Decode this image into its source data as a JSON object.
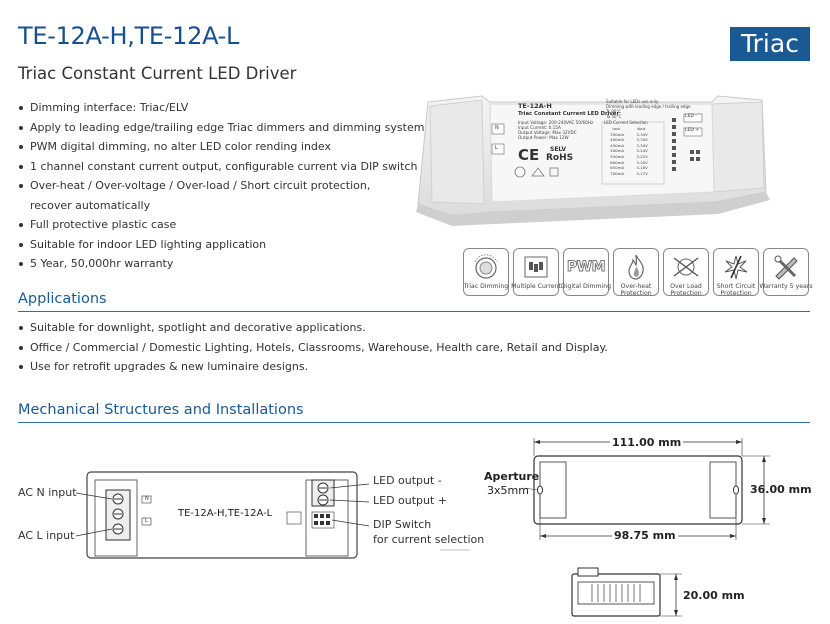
{
  "header": {
    "title": "TE-12A-H,TE-12A-L",
    "badge": "Triac",
    "subtitle": "Triac Constant Current LED Driver"
  },
  "features": [
    "Dimming interface: Triac/ELV",
    "Apply to leading edge/trailing edge Triac dimmers and dimming system",
    "PWM digital dimming, no alter LED color rending index",
    "1 channel constant current output, configurable current via DIP switch",
    "Over-heat / Over-voltage / Over-load / Short circuit protection,",
    "Full protective plastic case",
    "Suitable for indoor LED lighting application",
    "5 Year, 50,000hr warranty"
  ],
  "features_continuation": "recover automatically",
  "applications": {
    "heading": "Applications",
    "items": [
      "Suitable for downlight, spotlight and decorative applications.",
      "Office / Commercial / Domestic Lighting, Hotels, Classrooms, Warehouse, Health care, Retail and Display.",
      "Use for retrofit upgrades & new luminaire designs."
    ]
  },
  "mechanical": {
    "heading": "Mechanical Structures and Installations",
    "model_label": "TE-12A-H,TE-12A-L",
    "terminal_n": "N",
    "terminal_l": "L",
    "ac_n_input": "AC N input",
    "ac_l_input": "AC L input",
    "led_out_minus": "LED output -",
    "led_out_plus": "LED output +",
    "dip_switch_line1": "DIP Switch",
    "dip_switch_line2": "for current selection",
    "aperture_line1": "Aperture",
    "aperture_line2": "3x5mm",
    "dim_length": "111.00 mm",
    "dim_width": "36.00 mm",
    "dim_hole_span": "98.75 mm",
    "dim_height": "20.00 mm"
  },
  "product_label": {
    "model": "TE-12A-H",
    "name": "Triac Constant Current LED Driver",
    "input_voltage": "Input Voltage: 200-240VAC  50/60Hz",
    "input_current": "Input Current: 0.15A",
    "output_voltage": "Output Voltage: Max 32VDC",
    "output_power": "Output Power: Max 12W",
    "suitable": "Suitable for LEDs use only",
    "dimming": "Dimming with leading edge / trailing edge",
    "tc": "Tc 90°C",
    "ta": "Ta 50°C",
    "table_title": "LED Current Selection",
    "table_head": [
      "Iout",
      "Vout"
    ],
    "table_rows": [
      [
        "350mA",
        "3-34V"
      ],
      [
        "400mA",
        "3-34V"
      ],
      [
        "450mA",
        "3-34V"
      ],
      [
        "500mA",
        "3-24V"
      ],
      [
        "550mA",
        "3-22V"
      ],
      [
        "600mA",
        "3-20V"
      ],
      [
        "650mA",
        "3-18V"
      ],
      [
        "700mA",
        "3-17V"
      ]
    ],
    "ce": "CE",
    "selv": "SELV",
    "rohs": "RoHS",
    "led_minus": "LED -",
    "led_plus": "LED +",
    "term_n": "N",
    "term_l": "L"
  },
  "feature_icons": [
    {
      "icon": "triac-dimming-icon",
      "label": "Triac Dimming"
    },
    {
      "icon": "multiple-current-icon",
      "label": "Multiple Current"
    },
    {
      "icon": "pwm-icon",
      "label": "Digital Dimming",
      "text": "PWM"
    },
    {
      "icon": "over-heat-icon",
      "label": "Over-heat Protection"
    },
    {
      "icon": "over-load-icon",
      "label": "Over Load Protection"
    },
    {
      "icon": "short-circuit-icon",
      "label": "Short Circuit Protection"
    },
    {
      "icon": "warranty-icon",
      "label": "Warranty 5 years"
    }
  ],
  "colors": {
    "accent": "#1a5a94",
    "text": "#333333",
    "rule": "#2d6ea8"
  }
}
